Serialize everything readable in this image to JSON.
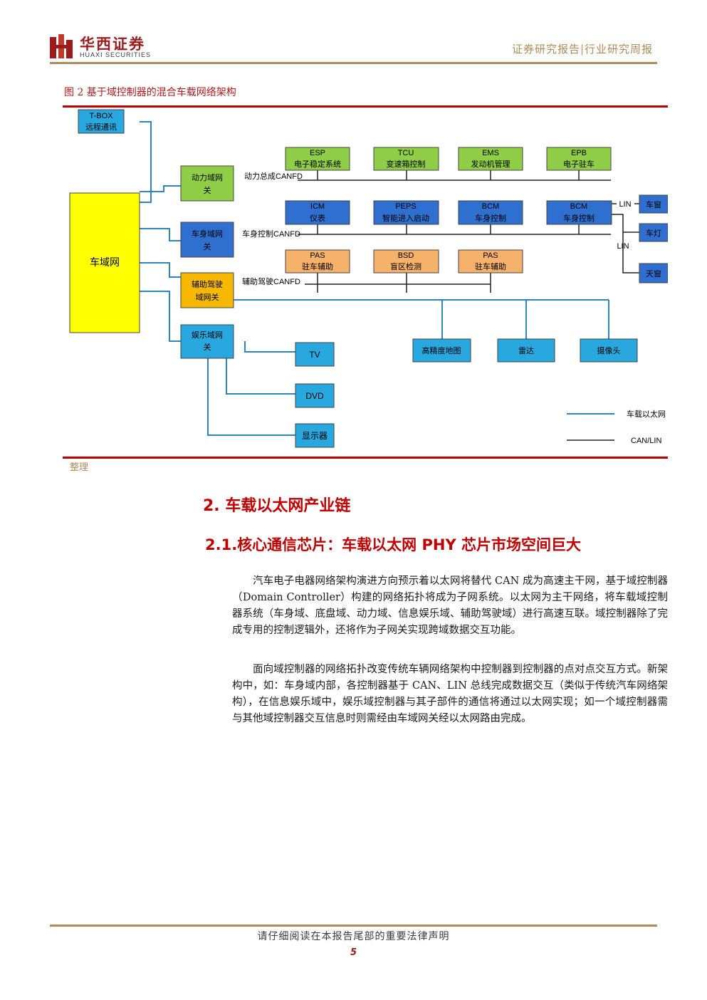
{
  "header": {
    "logo_cn": "华西证券",
    "logo_en": "HUAXI SECURITIES",
    "report_type": "证券研究报告|行业研究周报"
  },
  "figure": {
    "title": "图 2  基于域控制器的混合车载网络架构",
    "source": "整理",
    "central": "车域网",
    "tbox": [
      "T-BOX",
      "远程通讯"
    ],
    "gateways": {
      "power": [
        "动力域网",
        "关"
      ],
      "body": [
        "车身域网",
        "关"
      ],
      "adas": [
        "辅助驾驶",
        "域网关"
      ],
      "ent": [
        "娱乐域网",
        "关"
      ]
    },
    "buses": {
      "power": "动力总成CANFD",
      "body": "车身控制CANFD",
      "adas": "辅助驾驶CANFD"
    },
    "power_ecus": [
      {
        "name": "ESP",
        "desc": "电子稳定系统"
      },
      {
        "name": "TCU",
        "desc": "变速箱控制"
      },
      {
        "name": "EMS",
        "desc": "发动机管理"
      },
      {
        "name": "EPB",
        "desc": "电子驻车"
      }
    ],
    "body_ecus": [
      {
        "name": "ICM",
        "desc": "仪表"
      },
      {
        "name": "PEPS",
        "desc": "智能进入启动"
      },
      {
        "name": "BCM",
        "desc": "车身控制"
      },
      {
        "name": "BCM",
        "desc": "车身控制"
      }
    ],
    "adas_ecus": [
      {
        "name": "PAS",
        "desc": "驻车辅助"
      },
      {
        "name": "BSD",
        "desc": "盲区检测"
      },
      {
        "name": "PAS",
        "desc": "驻车辅助"
      }
    ],
    "lin_nodes": [
      "车窗",
      "车灯",
      "天窗"
    ],
    "lin_label": "LIN",
    "adas_sensors": [
      "高精度地图",
      "雷达",
      "摄像头"
    ],
    "ent_devices": [
      "TV",
      "DVD",
      "显示器"
    ],
    "legend": {
      "ethernet": "车载以太网",
      "canlin": "CAN/LIN"
    },
    "colors": {
      "ethernet": "#2e86c1",
      "can": "#222222",
      "power": "#8fce46",
      "body": "#2f6fd0",
      "adas": "#f6b26b",
      "adas_gw": "#f6b800",
      "ent": "#29a8e0",
      "domain": "#ffff00"
    }
  },
  "section": {
    "h2": "2. 车载以太网产业链",
    "h3": "2.1.核心通信芯片：车载以太网 PHY 芯片市场空间巨大"
  },
  "paragraphs": [
    "汽车电子电器网络架构演进方向预示着以太网将替代 CAN 成为高速主干网，基于域控制器（Domain Controller）构建的网络拓扑将成为子网系统。以太网为主干网络，将车载域控制器系统（车身域、底盘域、动力域、信息娱乐域、辅助驾驶域）进行高速互联。域控制器除了完成专用的控制逻辑外，还将作为子网关实现跨域数据交互功能。",
    "面向域控制器的网络拓扑改变传统车辆网络架构中控制器到控制器的点对点交互方式。新架构中，如：车身域内部，各控制器基于 CAN、LIN 总线完成数据交互（类似于传统汽车网络架构），在信息娱乐域中，娱乐域控制器与其子部件的通信将通过以太网实现；如一个域控制器需与其他域控制器交互信息时则需经由车域网关经以太网路由完成。"
  ],
  "footer": {
    "disclaimer": "请仔细阅读在本报告尾部的重要法律声明",
    "page": "5"
  }
}
